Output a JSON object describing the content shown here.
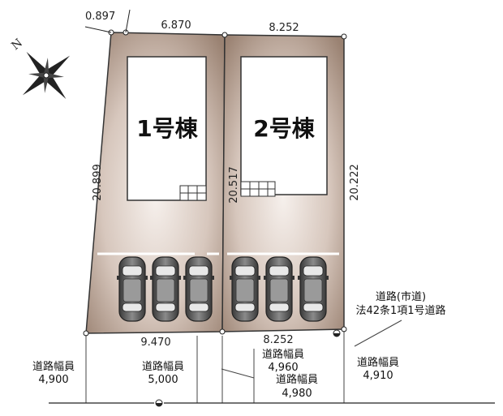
{
  "compass": {
    "label": "N"
  },
  "buildings": [
    {
      "label": "1号棟"
    },
    {
      "label": "2号棟"
    }
  ],
  "dimensions": {
    "top_left_small": "0.897",
    "top_lot1": "6.870",
    "top_lot2": "8.252",
    "left_side": "20.899",
    "middle": "20.517",
    "right_side": "20.222",
    "bottom_lot1": "9.470",
    "bottom_lot2": "8.252"
  },
  "road_info": {
    "type_line1": "道路(市道)",
    "type_line2": "法42条1項1号道路"
  },
  "road_widths": [
    {
      "label": "道路幅員",
      "value": "4,900"
    },
    {
      "label": "道路幅員",
      "value": "5,000"
    },
    {
      "label": "道路幅員",
      "value": "4,960"
    },
    {
      "label": "道路幅員",
      "value": "4,980"
    },
    {
      "label": "道路幅員",
      "value": "4,910"
    }
  ],
  "colors": {
    "lot_edge": "#9a8272",
    "lot_center": "#f4ede8",
    "building_fill": "#ffffff",
    "car_body": "#6a6a6a"
  }
}
